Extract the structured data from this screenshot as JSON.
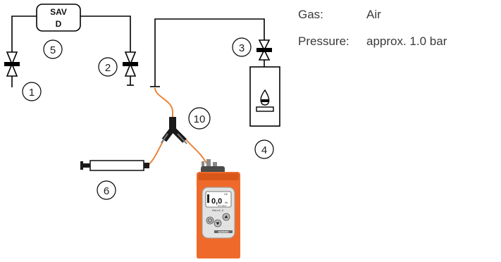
{
  "legend": {
    "gas_label": "Gas:",
    "gas_value": "Air",
    "pressure_label": "Pressure:",
    "pressure_value": "approx. 1.0 bar"
  },
  "sav_box": {
    "line1": "SAV",
    "line2": "D"
  },
  "callouts": [
    "1",
    "2",
    "3",
    "4",
    "5",
    "6",
    "10"
  ],
  "device": {
    "reading": "0,0",
    "unit": "l/h",
    "sub_text": "0.0 mbar",
    "corner_text": "OK",
    "model_text": "RoLeC 4",
    "brand_text": "SEWERIN"
  },
  "colors": {
    "hose": "#e9853a",
    "device_body": "#ef6a2a",
    "line": "#000000"
  }
}
